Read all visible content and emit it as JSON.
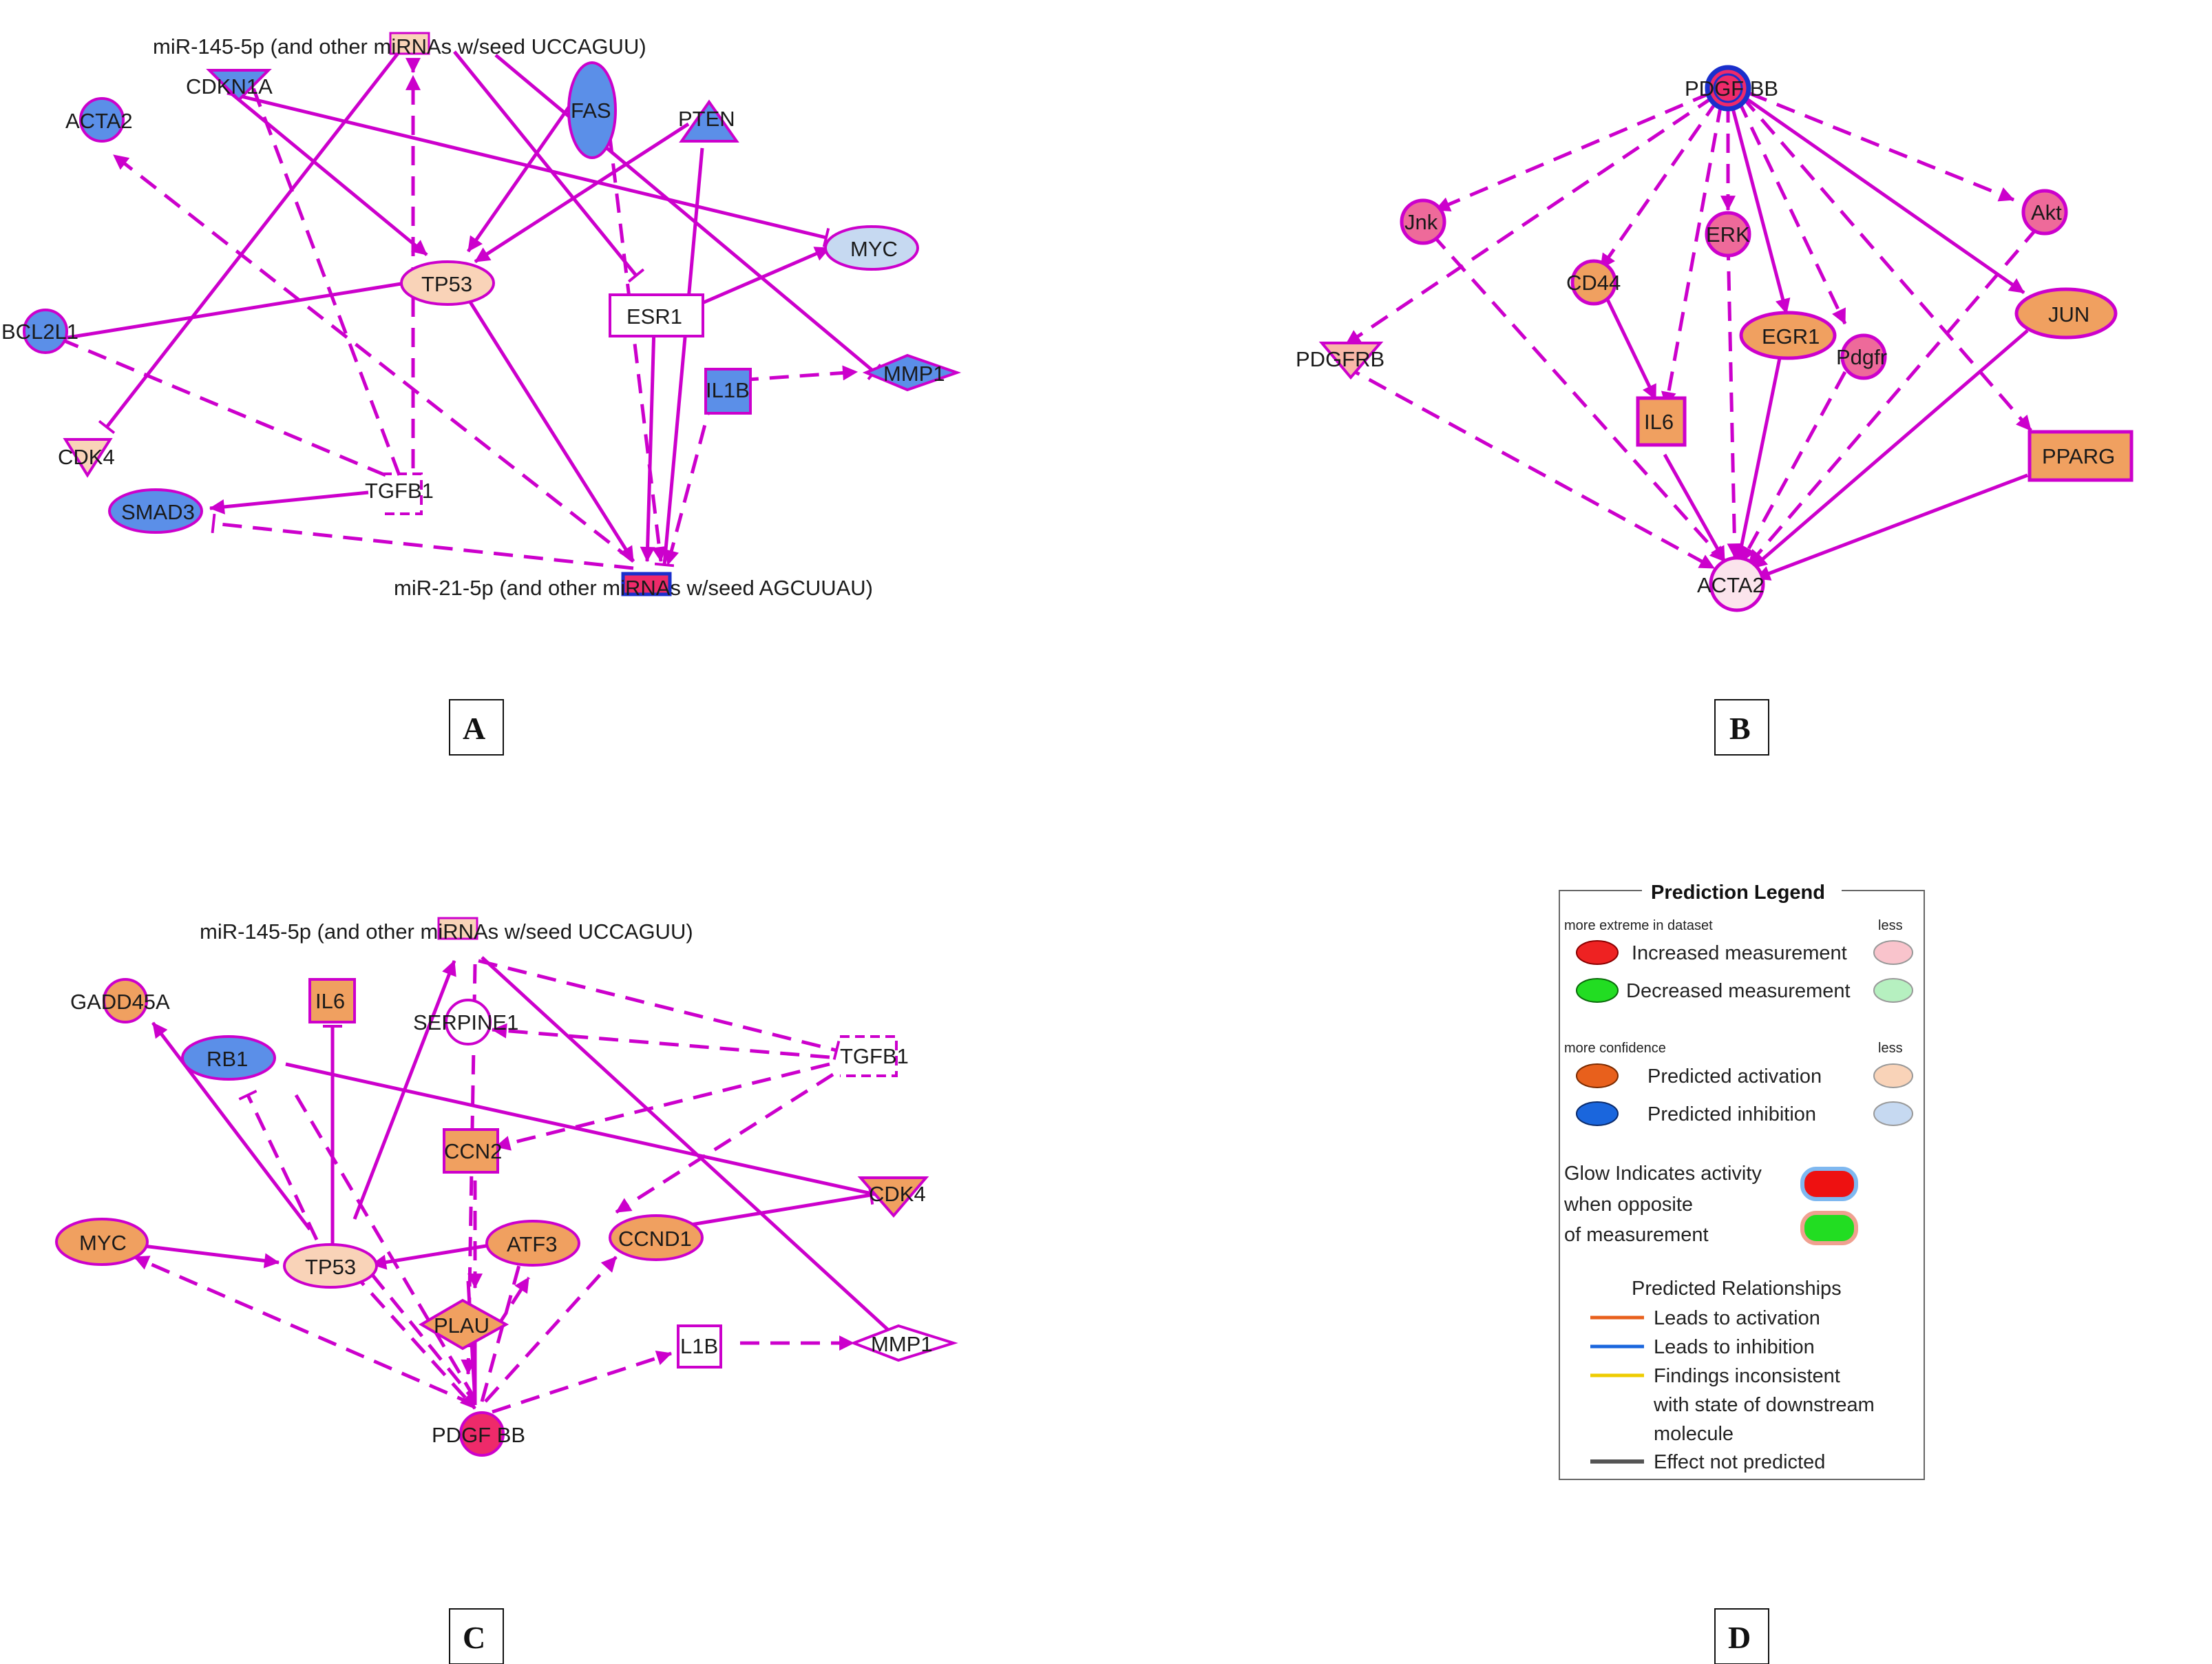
{
  "panels": {
    "a": {
      "tag": "A",
      "nodes": {
        "mir145": "miR-145-5p (and other miRNAs w/seed UCCAGUU)",
        "cdkn1a": "CDKN1A",
        "acta2": "ACTA2",
        "fas": "FAS",
        "pten": "PTEN",
        "myc": "MYC",
        "tp53": "TP53",
        "esr1": "ESR1",
        "bcl2l1": "BCL2L1",
        "il1b": "IL1B",
        "mmp1": "MMP1",
        "cdk4": "CDK4",
        "tgfb1": "TGFB1",
        "smad3": "SMAD3",
        "mir21": "miR-21-5p (and other miRNAs w/seed AGCUUAU)"
      }
    },
    "b": {
      "tag": "B",
      "nodes": {
        "pdgfbb": "PDGF BB",
        "jnk": "Jnk",
        "erk": "ERK",
        "akt": "Akt",
        "cd44": "CD44",
        "pdgfrb": "PDGFRB",
        "egr1": "EGR1",
        "pdgfr": "Pdgfr",
        "jun": "JUN",
        "il6": "IL6",
        "pparg": "PPARG",
        "acta2": "ACTA2"
      }
    },
    "c": {
      "tag": "C",
      "nodes": {
        "mir145": "miR-145-5p (and other miRNAs w/seed UCCAGUU)",
        "gadd45a": "GADD45A",
        "il6": "IL6",
        "serpine1": "SERPINE1",
        "rb1": "RB1",
        "tgfb1": "TGFB1",
        "ccn2": "CCN2",
        "cdk4": "CDK4",
        "myc": "MYC",
        "tp53": "TP53",
        "atf3": "ATF3",
        "ccnd1": "CCND1",
        "plau": "PLAU",
        "l1b": "L1B",
        "mmp1": "MMP1",
        "pdgfbb": "PDGF BB"
      }
    },
    "d": {
      "tag": "D",
      "legend": {
        "title": "Prediction Legend",
        "more_extreme": "more extreme in dataset",
        "less1": "less",
        "increased": "Increased measurement",
        "decreased": "Decreased measurement",
        "more_conf": "more confidence",
        "less2": "less",
        "activation": "Predicted activation",
        "inhibition": "Predicted inhibition",
        "glow1": "Glow Indicates activity",
        "glow2": "when opposite",
        "glow3": "of measurement",
        "rel_title": "Predicted Relationships",
        "rel_act": "Leads to activation",
        "rel_inh": "Leads to inhibition",
        "rel_inc1": "Findings inconsistent",
        "rel_inc2": "with state of downstream",
        "rel_inc3": "molecule",
        "rel_none": "Effect not predicted"
      }
    }
  },
  "colors": {
    "edge": "#cc00cc",
    "predicted_inhibition": "#5b8fe8",
    "predicted_inhibition_light": "#c6d9f1",
    "predicted_activation": "#f0a060",
    "predicted_activation_light": "#f9d3b8",
    "increased_measurement": "#ee2a6a",
    "increased_light": "#f9c4cc",
    "decreased_measurement": "#22dd22",
    "decreased_light": "#b6f0c0",
    "leg_activation": "#e8601c",
    "leg_inhibition": "#1a66dd",
    "leg_inconsistent": "#eecc00",
    "leg_not_predicted": "#555555"
  }
}
